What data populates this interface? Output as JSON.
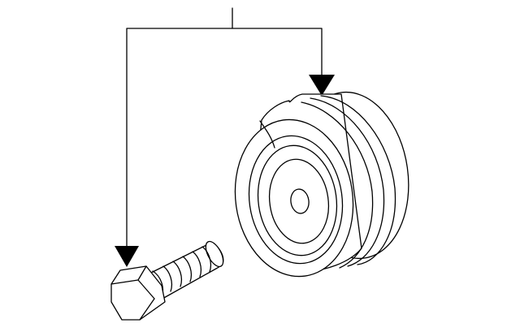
{
  "diagram": {
    "background": "#ffffff",
    "line_color": "#000000",
    "parts": [
      {
        "name": "idler-pulley",
        "kind": "pulley"
      },
      {
        "name": "pulley-bolt",
        "kind": "hex-bolt"
      }
    ],
    "callout": {
      "style": "bracket leader with two arrowheads",
      "targets": [
        "idler-pulley",
        "pulley-bolt"
      ]
    }
  }
}
